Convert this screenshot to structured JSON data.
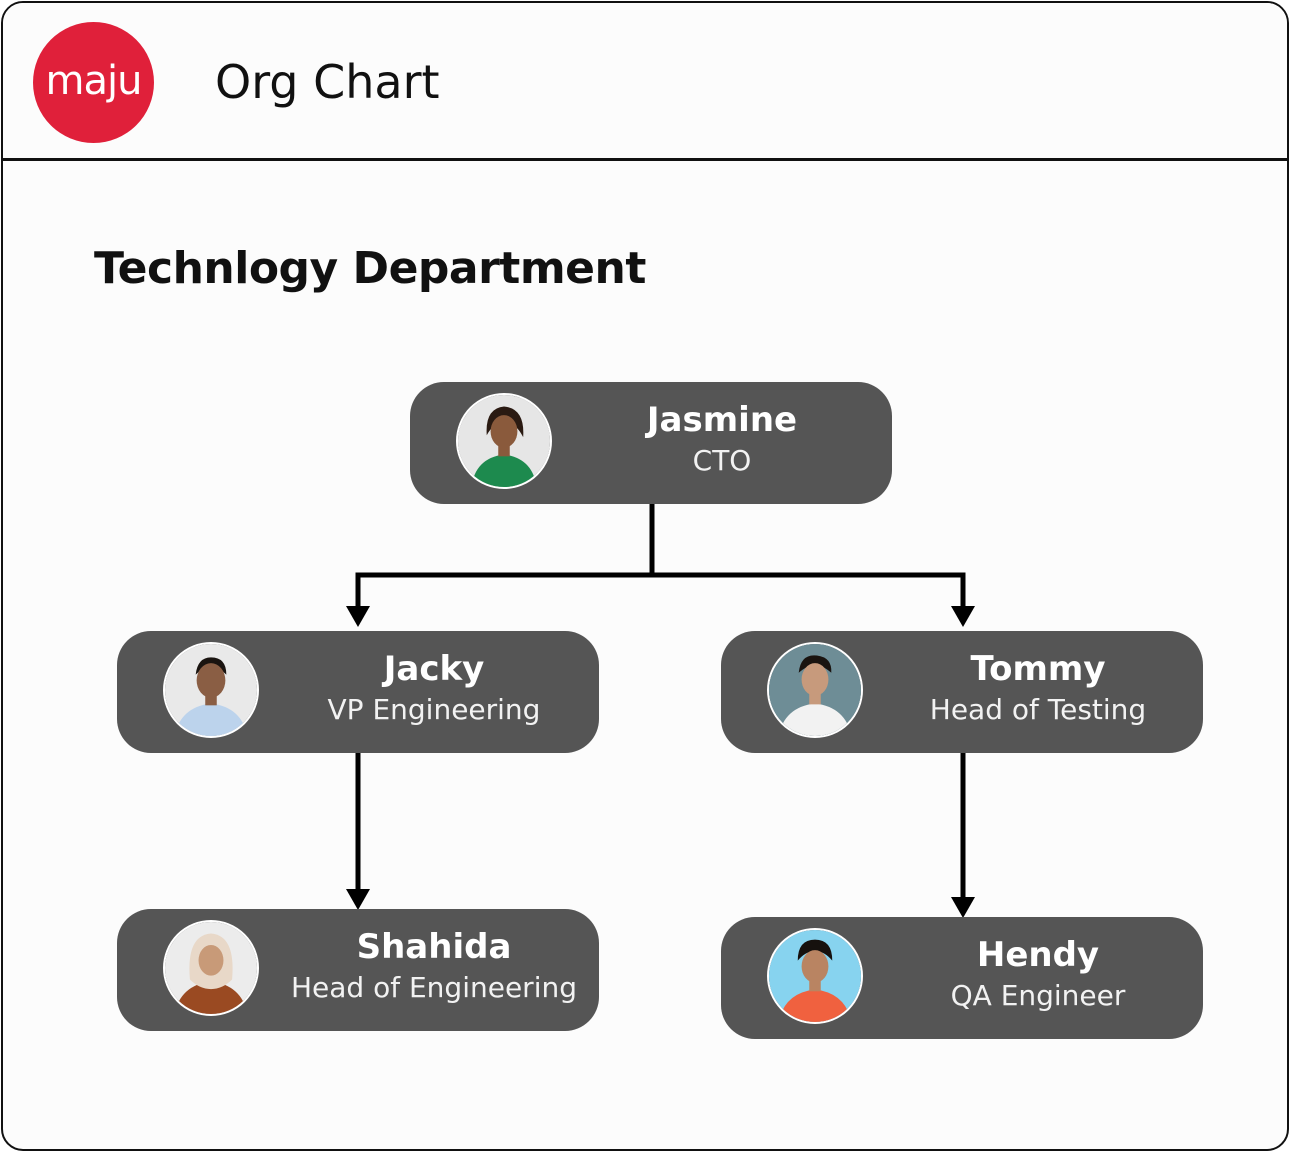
{
  "header": {
    "logo_text": "maju",
    "title": "Org Chart"
  },
  "department": {
    "title": "Technlogy Department"
  },
  "nodes": {
    "jasmine": {
      "name": "Jasmine",
      "role": "CTO",
      "bg": "#e6e6e6",
      "shirt": "#1d8a4e",
      "skin": "#8a5a3c"
    },
    "jacky": {
      "name": "Jacky",
      "role": "VP Engineering",
      "bg": "#e9e9e9",
      "shirt": "#bcd3ec",
      "skin": "#8a5e44"
    },
    "tommy": {
      "name": "Tommy",
      "role": "Head of Testing",
      "bg": "#6e8d96",
      "shirt": "#f2f2f2",
      "skin": "#c79a7c"
    },
    "shahida": {
      "name": "Shahida",
      "role": "Head of Engineering",
      "bg": "#ececec",
      "shirt": "#9a4a22",
      "skin": "#c89a78"
    },
    "hendy": {
      "name": "Hendy",
      "role": "QA Engineer",
      "bg": "#87d3ef",
      "shirt": "#f0613f",
      "skin": "#b98462"
    }
  },
  "colors": {
    "brand": "#e0203a",
    "node_fill": "#555555",
    "line": "#000000"
  }
}
